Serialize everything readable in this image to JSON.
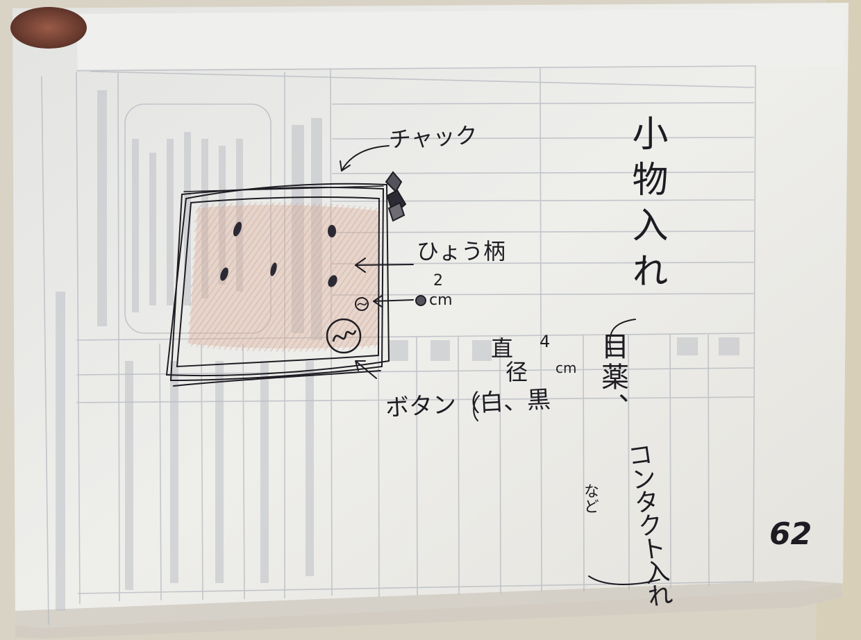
{
  "photo": {
    "background_color": "#dcd6c8",
    "paper_color": "#ecece9",
    "ink_color": "#1e1c22",
    "pencil_color": "#c99a84"
  },
  "sketch": {
    "zipper_label": "チャック",
    "pattern_label": "ひょう柄",
    "pattern_size_value": "2",
    "pattern_size_unit": "cm",
    "button_label": "ボタン（白、黒",
    "button_diameter_prefix": "直",
    "button_diameter_word": "径",
    "button_diameter_value": "4",
    "button_diameter_unit": "cm"
  },
  "title": {
    "text": "小物入れ"
  },
  "note": {
    "item1": "目薬、",
    "item2": "コンタクト入れ",
    "etc": "など"
  },
  "page_number": "62"
}
